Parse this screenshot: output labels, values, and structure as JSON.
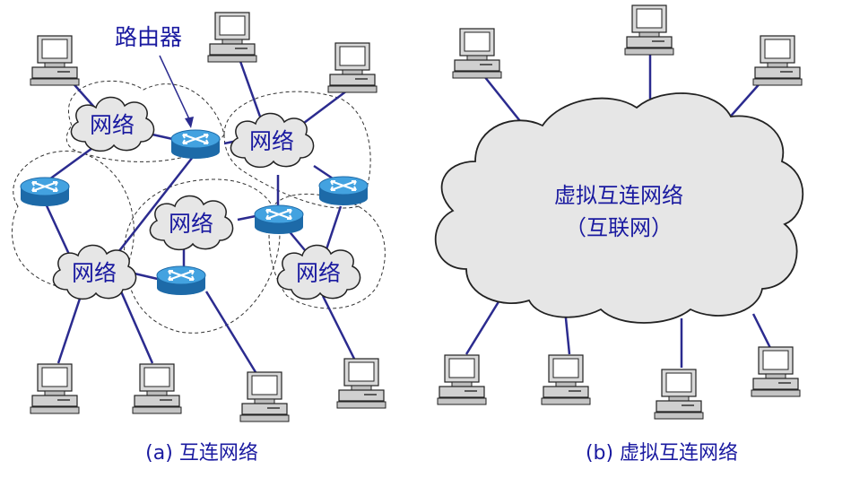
{
  "left": {
    "router_label": "路由器",
    "clouds": [
      "网络",
      "网络",
      "网络",
      "网络",
      "网络"
    ],
    "caption": "(a) 互连网络"
  },
  "right": {
    "cloud_line1": "虚拟互连网络",
    "cloud_line2": "（互联网）",
    "caption": "(b) 虚拟互连网络"
  },
  "colors": {
    "link": "#2b2b8f",
    "label": "#1a1aa0",
    "cloud_fill": "#e6e6e6",
    "router": "#2e86c8"
  },
  "icons": [
    "computer-icon",
    "router-icon",
    "cloud-shape"
  ]
}
